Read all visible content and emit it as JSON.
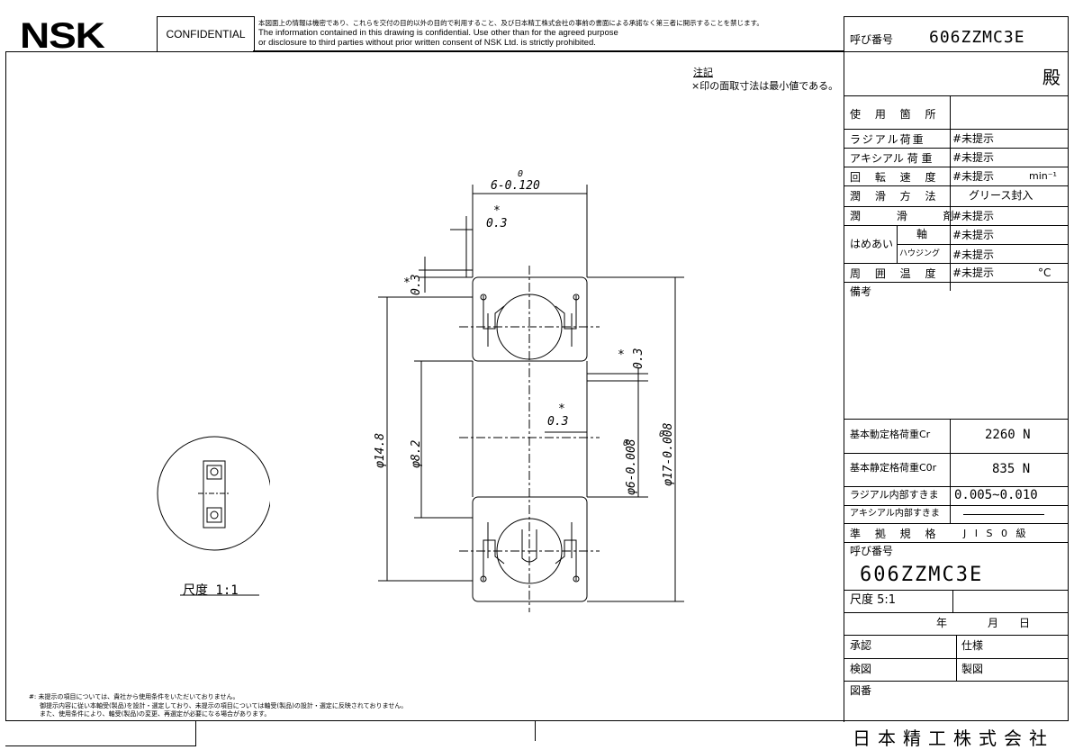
{
  "header": {
    "logo": "NSK",
    "confidential": "CONFIDENTIAL",
    "notice_jp": "本図面上の情報は機密であり、これらを交付の目的以外の目的で利用すること、及び日本精工株式会社の事前の書面による承諾なく第三者に開示することを禁じます。",
    "notice_en_1": "The information contained in this drawing is confidential. Use other than for the agreed purpose",
    "notice_en_2": "or disclosure to third parties without prior written consent of NSK Ltd. is strictly prohibited."
  },
  "title_block": {
    "call_number_label": "呼び番号",
    "call_number": "606ZZMC3E",
    "addressee_suffix": "殿",
    "usage_label": "使 用 箇 所",
    "radial_load_label": "ラジアル荷重",
    "axial_load_label": "アキシアル 荷 重",
    "speed_label": "回 転 速 度",
    "lube_method_label": "潤 滑 方 法",
    "lubricant_label": "潤 滑 剤",
    "fit_label": "はめあい",
    "shaft_label": "軸",
    "housing_label": "ハウジング",
    "temp_label": "周 囲 温 度",
    "remarks_label": "備考",
    "not_presented": "#未提示",
    "speed_unit": "min⁻¹",
    "temp_unit": "°C",
    "lube_method_value": "グリース封入",
    "dyn_load_label": "基本動定格荷重Cr",
    "dyn_load_value": "2260  N",
    "stat_load_label": "基本静定格荷重C0r",
    "stat_load_value": "835  N",
    "radial_clear_label": "ラジアル内部すきま",
    "radial_clear_value": "0.005~0.010",
    "axial_clear_label": "アキシアル内部すきま",
    "standard_label": "準 拠 規 格",
    "standard_value": "J I S 0 級",
    "call_number_label_2": "呼び番号",
    "call_number_big": "606ZZMC3E",
    "scale_label": "尺度 5:1",
    "year": "年",
    "month": "月",
    "day": "日",
    "approval": "承認",
    "spec": "仕様",
    "inspection": "検図",
    "drafting": "製図",
    "drawing_no": "図番",
    "company": "日本精工株式会社"
  },
  "notes": {
    "title": "注記",
    "text": "×印の面取寸法は最小値である。"
  },
  "drawing": {
    "width_dim": "6-0.120",
    "width_dim_upper": "0",
    "chamfer_1": "0.3",
    "star": "*",
    "chamfer_2": "0.3",
    "chamfer_3": "0.3",
    "chamfer_4": "0.3",
    "dia_148": "φ14.8",
    "dia_82": "φ8.2",
    "dia_bore": "φ6-0.008",
    "dia_outer": "φ17-0.008",
    "zero": "0",
    "side_scale": "尺度 1:1"
  },
  "footnote": {
    "line1": "#: 未提示の項目については、貴社から使用条件をいただいておりません。",
    "line2": "御提示内容に従い本軸受(製品)を設計・選定しており、未提示の項目については軸受(製品)の設計・選定に反映されておりません。",
    "line3": "また、使用条件により、軸受(製品)の変更、再選定が必要になる場合があります。"
  }
}
